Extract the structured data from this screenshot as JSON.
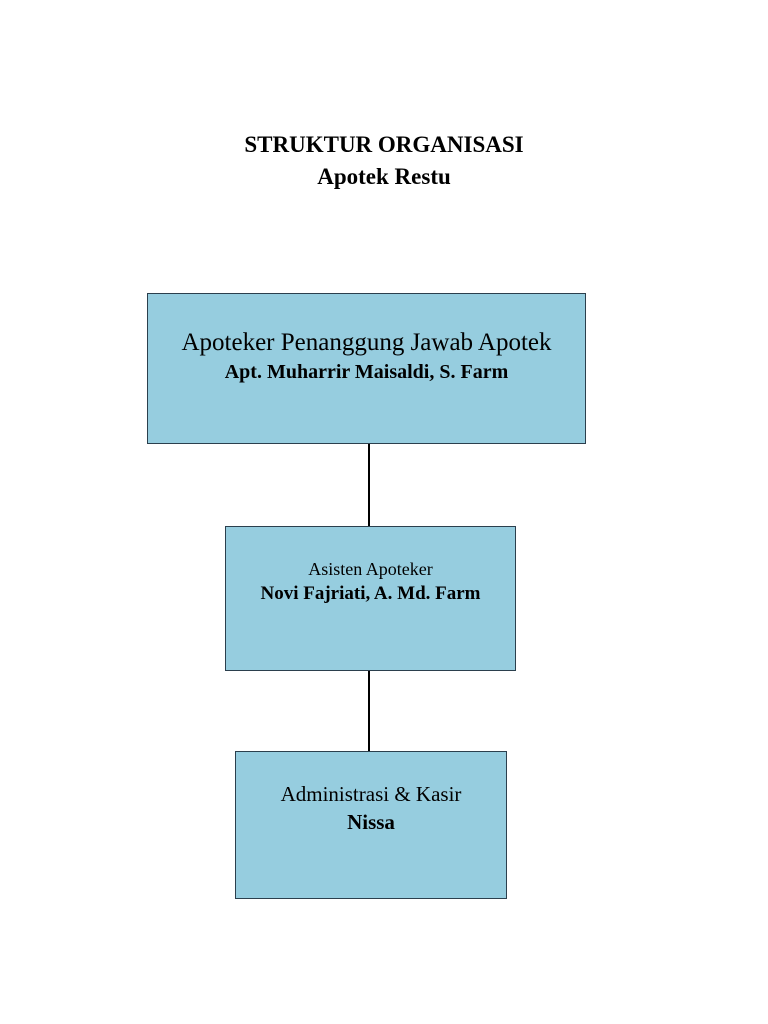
{
  "header": {
    "title": "STRUKTUR ORGANISASI",
    "subtitle": "Apotek Restu"
  },
  "boxes": [
    {
      "role": "Apoteker Penanggung Jawab Apotek",
      "person": "Apt. Muharrir Maisaldi, S. Farm"
    },
    {
      "role": "Asisten Apoteker",
      "person": "Novi Fajriati, A. Md. Farm"
    },
    {
      "role": "Administrasi & Kasir",
      "person": "Nissa"
    }
  ],
  "colors": {
    "box_fill": "#96cddf",
    "box_border": "#2b3f4d",
    "connector": "#000000"
  }
}
